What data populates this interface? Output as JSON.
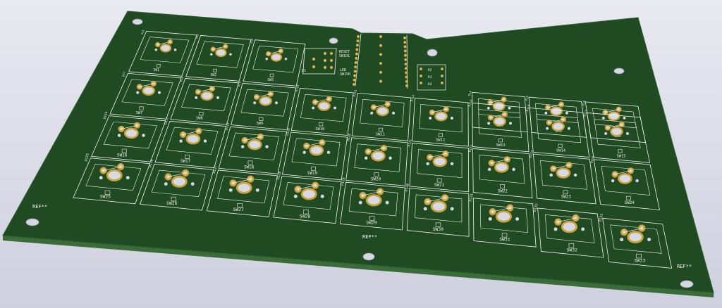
{
  "viewer": {
    "background_top": "#e9e9f1",
    "background_bottom": "#cfd0df"
  },
  "board": {
    "soldermask_color": "#1f4a22",
    "silkscreen_color": "#f2f2f2",
    "copper_color": "#c8a23a",
    "edge_color": "#3c6b3a"
  },
  "switches": [
    {
      "ref": "SW1",
      "diode": "D11"
    },
    {
      "ref": "SW2",
      "diode": "D12"
    },
    {
      "ref": "SW3",
      "diode": "D13"
    },
    {
      "ref": "SW4",
      "diode": "D14"
    },
    {
      "ref": "SW5",
      "diode": "D15"
    },
    {
      "ref": "SW6",
      "diode": "D16"
    },
    {
      "ref": "SW7",
      "diode": "D17"
    },
    {
      "ref": "SW8",
      "diode": "D18"
    },
    {
      "ref": "SW9",
      "diode": "D19"
    },
    {
      "ref": "SW10",
      "diode": "D110"
    },
    {
      "ref": "SW11",
      "diode": "D111"
    },
    {
      "ref": "SW12",
      "diode": "D112"
    },
    {
      "ref": "SW13",
      "diode": "D113"
    },
    {
      "ref": "SW14",
      "diode": "D114"
    },
    {
      "ref": "SW15",
      "diode": "D115"
    },
    {
      "ref": "SW16",
      "diode": "D116"
    },
    {
      "ref": "SW17",
      "diode": "D117"
    },
    {
      "ref": "SW18",
      "diode": "D118"
    },
    {
      "ref": "SW19",
      "diode": "D119"
    },
    {
      "ref": "SW20",
      "diode": "D120"
    },
    {
      "ref": "SW21",
      "diode": "D121"
    },
    {
      "ref": "SW22",
      "diode": "D122"
    },
    {
      "ref": "SW23",
      "diode": "D123"
    },
    {
      "ref": "SW24",
      "diode": "D124"
    },
    {
      "ref": "SW25",
      "diode": "D125"
    },
    {
      "ref": "SW26",
      "diode": "D126"
    },
    {
      "ref": "SW27",
      "diode": "D127"
    },
    {
      "ref": "SW28",
      "diode": "D128"
    },
    {
      "ref": "SW29",
      "diode": "D129"
    },
    {
      "ref": "SW30",
      "diode": "D130"
    },
    {
      "ref": "SW31",
      "diode": "D131"
    },
    {
      "ref": "SW32",
      "diode": "D132"
    },
    {
      "ref": "SW33",
      "diode": "D133"
    }
  ],
  "labels": {
    "ref_left": "REF**",
    "ref_right": "REF**",
    "ref_bottom": "REF**",
    "reset_label": "RESET",
    "reset_sub": "SW101",
    "led_label": "LED",
    "led_sub": "SW150",
    "r1": "R1",
    "r2": "R2",
    "r3": "R3",
    "r4": "R4"
  }
}
